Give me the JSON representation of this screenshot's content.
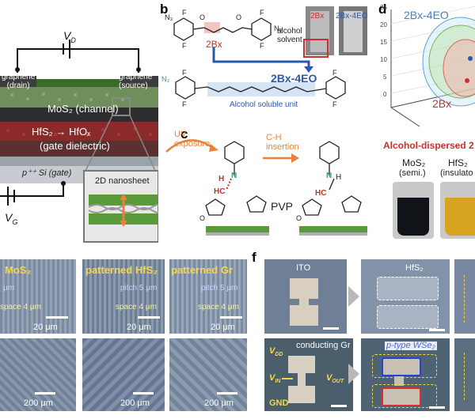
{
  "panel_letters": {
    "b": "b",
    "c": "c",
    "d": "d",
    "f": "f"
  },
  "panel_a": {
    "vd": "V",
    "vd_sub": "D",
    "vg": "V",
    "vg_sub": "G",
    "graphene_drain": [
      "graphene",
      "(drain)"
    ],
    "graphene_source": [
      "graphene",
      "(source)"
    ],
    "channel": "MoS₂ (channel)",
    "dielectric_1": "HfS₂ → HfOₓ",
    "dielectric_2": "(gate dielectric)",
    "substrate": "p⁺⁺ Si (gate)",
    "nanosheet": "2D nanosheet"
  },
  "panel_b": {
    "label_2bx": "2Bx",
    "label_2bx4eo": "2Bx-4EO",
    "alcohol_soluble": "Alcohol soluble unit",
    "vial_2bx": "2Bx",
    "vial_2bx4eo": "2Bx-4EO",
    "alcohol_solvent": [
      "alcohol",
      "solvent"
    ],
    "atom_f": "F",
    "atom_o": "O",
    "atom_n3": "N₃"
  },
  "panel_c": {
    "uv": [
      "UV",
      "exposure"
    ],
    "ch": [
      "C-H",
      "insertion"
    ],
    "pvp": "PVP",
    "atom_n": "N",
    "atom_h": "H",
    "atom_hc": "HC",
    "atom_o": "O"
  },
  "panel_d": {
    "legend_2bx4eo": "2Bx-4EO",
    "legend_2bx": "2Bx",
    "alcohol_dispersed": "Alcohol-dispersed 2",
    "mos2": "MoS₂",
    "mos2_type": "(semi.)",
    "hfs2": "HfS₂",
    "hfs2_type": "(insulato",
    "z_ticks": [
      "25",
      "20",
      "15",
      "10",
      "5",
      "0"
    ]
  },
  "panel_e": {
    "mos2": "MoS₂",
    "patterned_hfs2": "patterned HfS₂",
    "patterned_gr": "patterned Gr",
    "pitch": "pitch 5 μm",
    "pitch_short": "μm",
    "space": "space 4 μm",
    "scale_20": "20 μm",
    "scale_200": "200 μm"
  },
  "panel_f": {
    "ito": "ITO",
    "hfs2": "HfS₂",
    "conducting_gr": "conducting Gr",
    "ptype_wse2": "p-type WSe₂",
    "vdd": "V",
    "vdd_sub": "DD",
    "vin": "V",
    "vin_sub": "IN",
    "vout": "V",
    "vout_sub": "OUT",
    "gnd": "GND"
  },
  "colors": {
    "blue_label": "#2b5ba8",
    "red_label": "#c8312a",
    "orange_arrow": "#e8823a",
    "yellow_text": "#f2d53c",
    "green_n3": "#1fa88a",
    "graphene_green": "#4a9a3a"
  }
}
